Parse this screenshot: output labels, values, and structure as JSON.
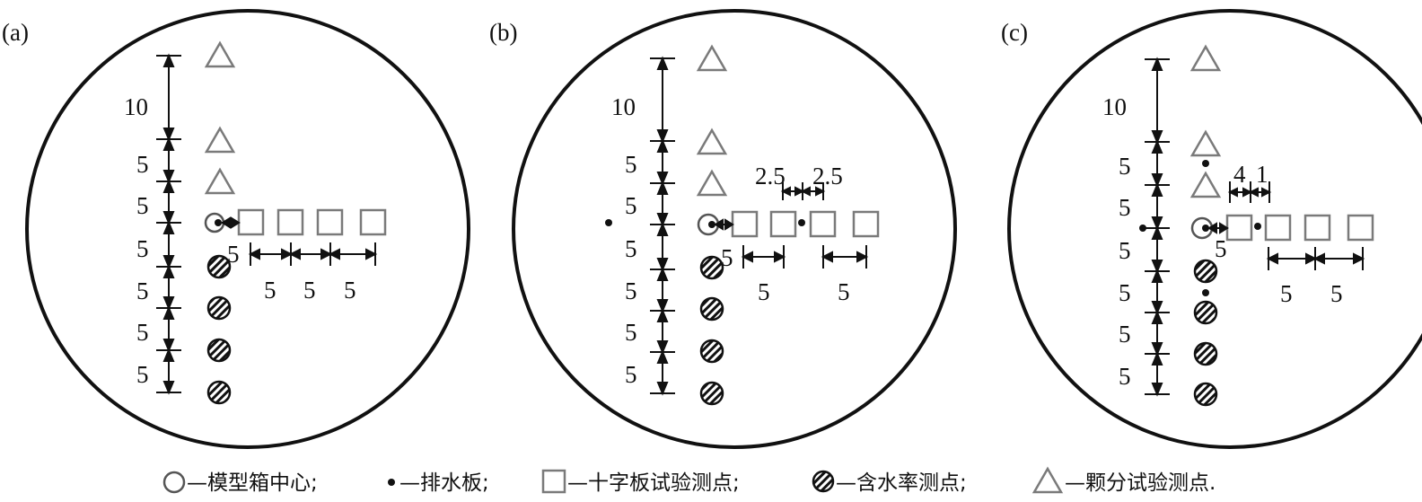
{
  "panels": [
    {
      "tag": "(a)",
      "vertical_dims": [
        "10",
        "5",
        "5",
        "5",
        "5",
        "5",
        "5"
      ],
      "horizontal_dims": [
        "5",
        "5",
        "5",
        "5"
      ],
      "spacing_dims": []
    },
    {
      "tag": "(b)",
      "vertical_dims": [
        "10",
        "5",
        "5",
        "5",
        "5",
        "5",
        "5"
      ],
      "horizontal_dims": [
        "5",
        "5",
        "5"
      ],
      "spacing_dims": [
        "2.5",
        "2.5"
      ]
    },
    {
      "tag": "(c)",
      "vertical_dims": [
        "10",
        "5",
        "5",
        "5",
        "5",
        "5",
        "5"
      ],
      "horizontal_dims": [
        "5",
        "5",
        "5"
      ],
      "spacing_dims": [
        "4",
        "1"
      ]
    }
  ],
  "legend": [
    {
      "symbol": "circle",
      "text": "—模型箱中心;"
    },
    {
      "symbol": "dot",
      "text": "—排水板;"
    },
    {
      "symbol": "square",
      "text": "—十字板试验测点;"
    },
    {
      "symbol": "hatched",
      "text": "—含水率测点;"
    },
    {
      "symbol": "triangle",
      "text": "—颗分试验测点."
    }
  ],
  "colors": {
    "outline": "#111111",
    "marker": "#7a7a7a",
    "background": "#ffffff"
  }
}
